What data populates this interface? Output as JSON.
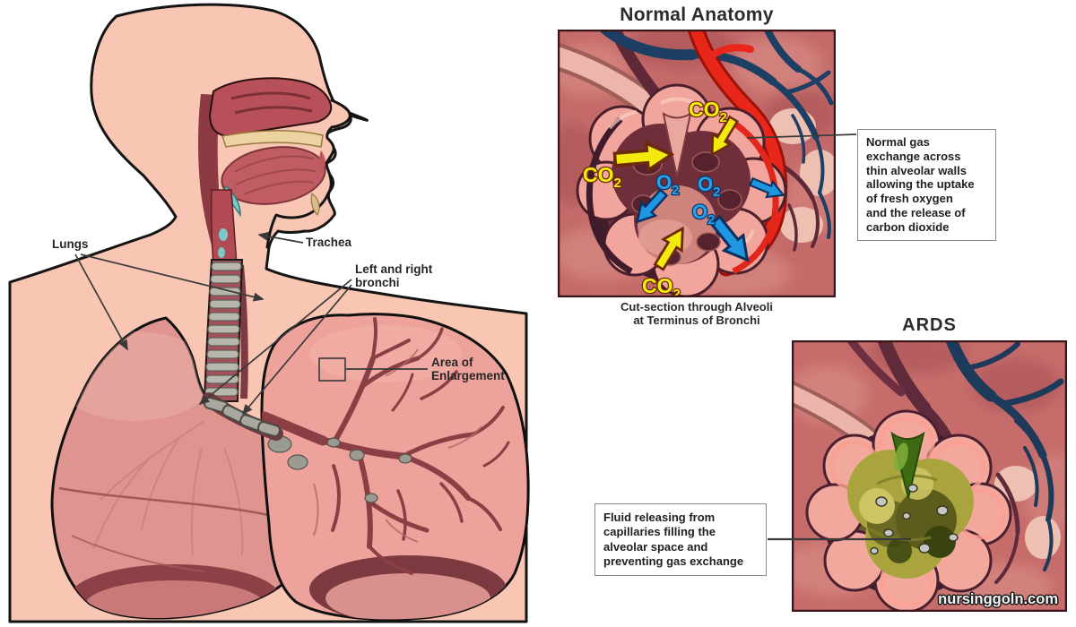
{
  "page": {
    "watermark": "nursinggoln.com"
  },
  "body_figure": {
    "labels": {
      "lungs": "Lungs",
      "trachea": "Trachea",
      "bronchi_line1": "Left and right",
      "bronchi_line2": "bronchi",
      "enlargement_line1": "Area of",
      "enlargement_line2": "Enlargement"
    }
  },
  "normal_panel": {
    "title": "Normal Anatomy",
    "caption_line1": "Cut-section through Alveoli",
    "caption_line2": "at Terminus of Bronchi",
    "annotation_lines": [
      "Normal gas",
      "exchange across",
      "thin alveolar walls",
      "allowing the uptake",
      "of fresh oxygen",
      "and the release of",
      "carbon dioxide"
    ],
    "gas": {
      "co2": "CO",
      "o2": "O",
      "sub": "2"
    }
  },
  "ards_panel": {
    "title": "ARDS",
    "annotation_lines": [
      "Fluid releasing from",
      "capillaries filling the",
      "alveolar space and",
      "preventing gas exchange"
    ]
  },
  "colors": {
    "co2_yellow": "#f4ec10",
    "o2_blue": "#2aa0ea",
    "artery_red": "#e2261a",
    "vein_navy": "#1d3f63",
    "skin": "#f8c6b3"
  }
}
